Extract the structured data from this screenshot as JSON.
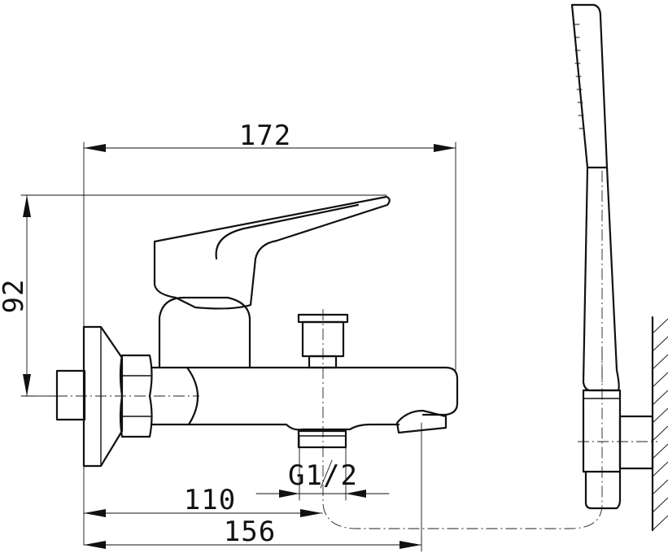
{
  "dimensions": {
    "overall_width": "172",
    "height": "92",
    "connection_thread": "G1/2",
    "outlet_offset": "110",
    "spout_length": "156"
  }
}
